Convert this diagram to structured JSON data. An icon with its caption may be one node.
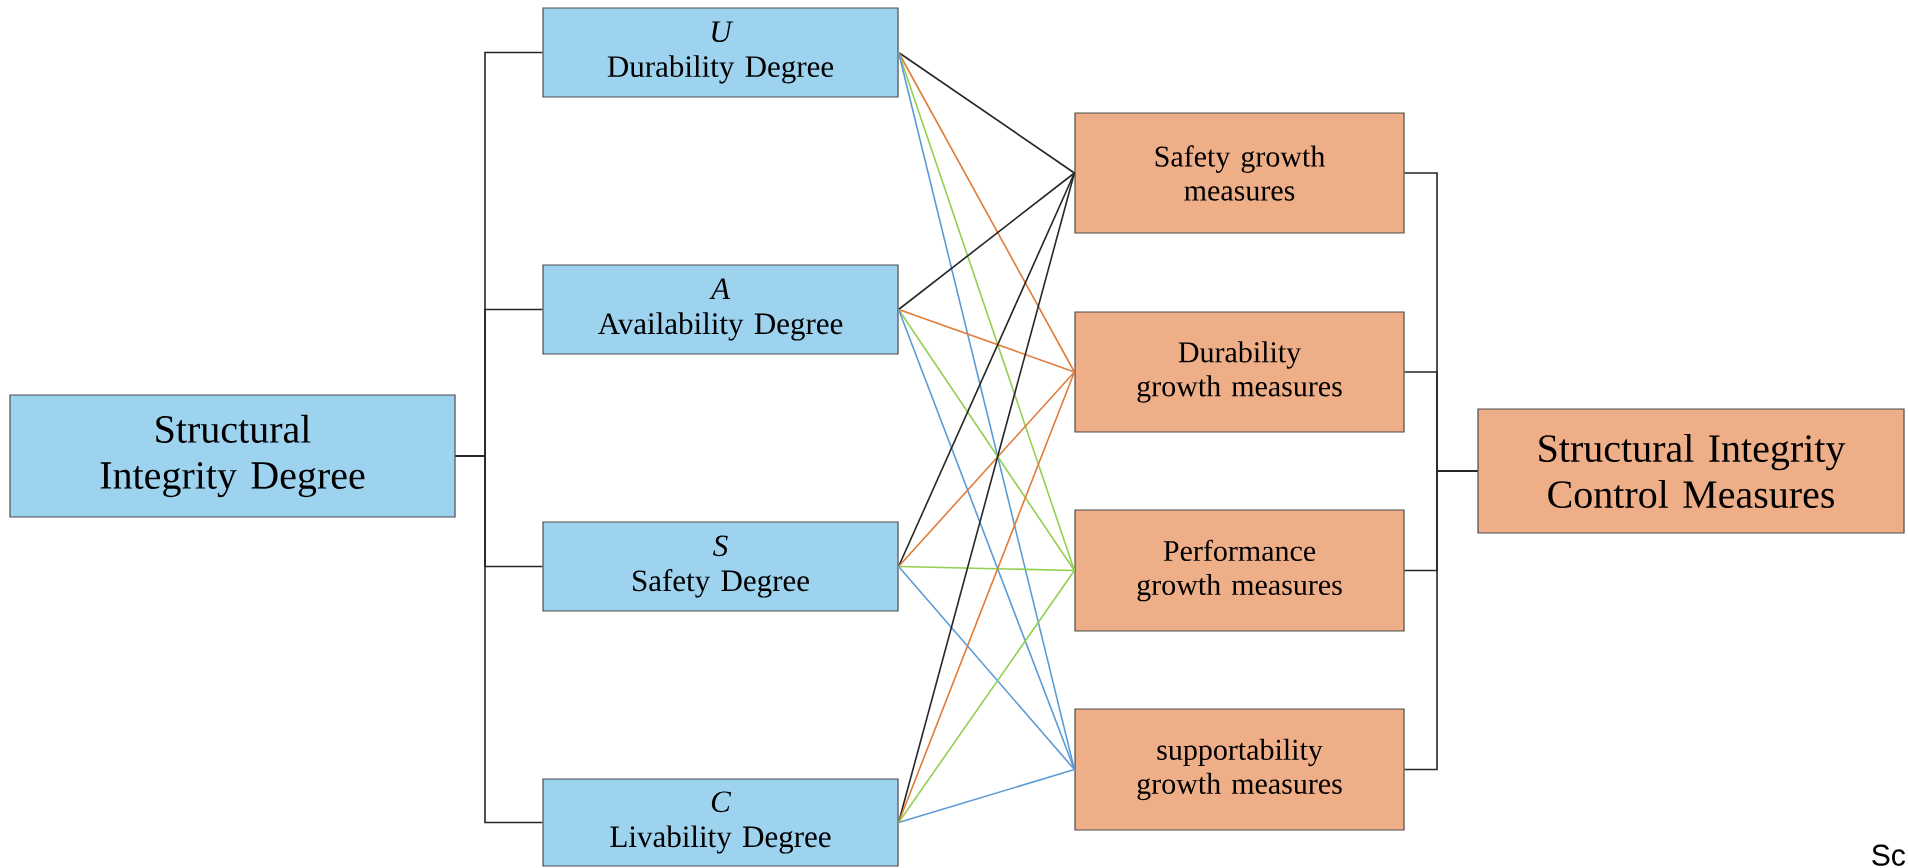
{
  "diagram": {
    "nodes": [
      {
        "text": [
          "Structural Integrity Degree"
        ]
      },
      {
        "text": [
          "U",
          "Durability Degree"
        ]
      },
      {
        "text": [
          "A",
          "Availability Degree"
        ]
      },
      {
        "text": [
          "S",
          "Safety Degree"
        ]
      },
      {
        "text": [
          "C",
          "Livability Degree"
        ]
      },
      {
        "text": [
          "Safety growth measures"
        ]
      },
      {
        "text": [
          "Durability growth measures"
        ]
      },
      {
        "text": [
          "Performance growth measures"
        ]
      },
      {
        "text": [
          "supportability growth measures"
        ]
      },
      {
        "text": [
          "Structural Integrity Control Measures"
        ]
      }
    ],
    "edges": [
      {
        "from": 0,
        "to": 1,
        "arrow": "none"
      },
      {
        "from": 0,
        "to": 2,
        "arrow": "none"
      },
      {
        "from": 0,
        "to": 3,
        "arrow": "none"
      },
      {
        "from": 0,
        "to": 4,
        "arrow": "none"
      },
      {
        "from": 1,
        "to": 5,
        "arrow": "none"
      },
      {
        "from": 1,
        "to": 6,
        "arrow": "none",
        "color": "#e07b39"
      },
      {
        "from": 1,
        "to": 7,
        "arrow": "none",
        "color": "#92d050"
      },
      {
        "from": 1,
        "to": 8,
        "arrow": "none",
        "color": "#5b9bd5"
      },
      {
        "from": 2,
        "to": 5,
        "arrow": "none"
      },
      {
        "from": 2,
        "to": 6,
        "arrow": "none",
        "color": "#e07b39"
      },
      {
        "from": 2,
        "to": 7,
        "arrow": "none",
        "color": "#92d050"
      },
      {
        "from": 2,
        "to": 8,
        "arrow": "none",
        "color": "#5b9bd5"
      },
      {
        "from": 3,
        "to": 5,
        "arrow": "none"
      },
      {
        "from": 3,
        "to": 6,
        "arrow": "none",
        "color": "#e07b39"
      },
      {
        "from": 3,
        "to": 7,
        "arrow": "none",
        "color": "#92d050"
      },
      {
        "from": 3,
        "to": 8,
        "arrow": "none",
        "color": "#5b9bd5"
      },
      {
        "from": 4,
        "to": 5,
        "arrow": "none"
      },
      {
        "from": 4,
        "to": 6,
        "arrow": "none",
        "color": "#e07b39"
      },
      {
        "from": 4,
        "to": 7,
        "arrow": "none",
        "color": "#92d050"
      },
      {
        "from": 4,
        "to": 8,
        "arrow": "none",
        "color": "#5b9bd5"
      },
      {
        "from": 5,
        "to": 9,
        "arrow": "none"
      },
      {
        "from": 6,
        "to": 9,
        "arrow": "none"
      },
      {
        "from": 7,
        "to": 9,
        "arrow": "none"
      },
      {
        "from": 8,
        "to": 9,
        "arrow": "none"
      }
    ],
    "labels": [
      "Sc"
    ]
  }
}
